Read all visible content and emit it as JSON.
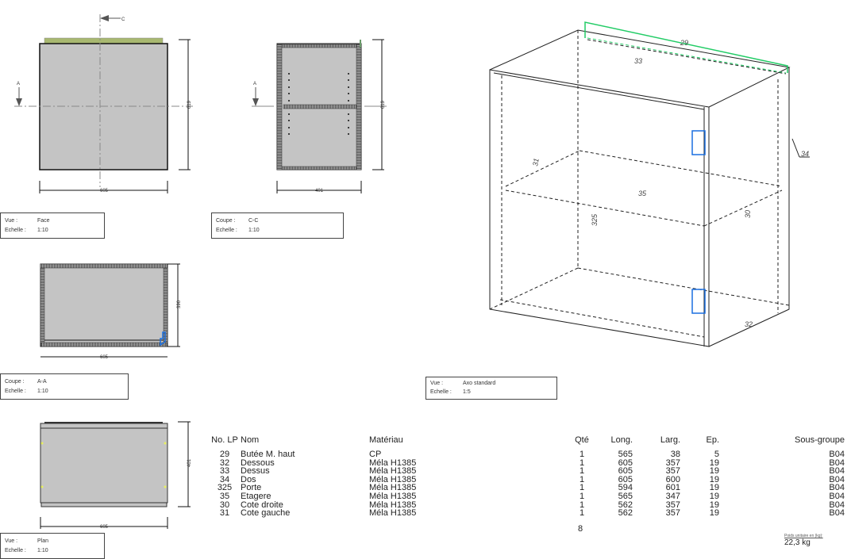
{
  "views": [
    {
      "key": "Vue :",
      "value": "Face",
      "scale_key": "Echelle :",
      "scale": "1:10"
    },
    {
      "key": "Coupe :",
      "value": "C-C",
      "scale_key": "Echelle :",
      "scale": "1:10"
    },
    {
      "key": "Coupe :",
      "value": "A-A",
      "scale_key": "Echelle :",
      "scale": "1:10"
    },
    {
      "key": "Vue :",
      "value": "Plan",
      "scale_key": "Echelle :",
      "scale": "1:10"
    },
    {
      "key": "Vue :",
      "value": "Axo standard",
      "scale_key": "Echelle :",
      "scale": "1:5"
    }
  ],
  "dimensions": {
    "face_height": "619",
    "face_width": "605",
    "cc_height": "619",
    "cc_width": "401",
    "aa_depth": "396",
    "aa_width": "605",
    "plan_depth": "401",
    "plan_width": "605"
  },
  "section_marks": {
    "c": "C",
    "a": "A"
  },
  "axo_labels": [
    "29",
    "33",
    "31",
    "35",
    "325",
    "30",
    "34",
    "32"
  ],
  "table": {
    "headers": [
      "No. LP",
      "Nom",
      "Matériau",
      "Qté",
      "Long.",
      "Larg.",
      "Ep.",
      "Sous-groupe"
    ],
    "rows": [
      [
        "29",
        "Butée M. haut",
        "CP",
        "1",
        "565",
        "38",
        "5",
        "B04"
      ],
      [
        "32",
        "Dessous",
        "Méla H1385",
        "1",
        "605",
        "357",
        "19",
        "B04"
      ],
      [
        "33",
        "Dessus",
        "Méla H1385",
        "1",
        "605",
        "357",
        "19",
        "B04"
      ],
      [
        "34",
        "Dos",
        "Méla H1385",
        "1",
        "605",
        "600",
        "19",
        "B04"
      ],
      [
        "325",
        "Porte",
        "Méla H1385",
        "1",
        "594",
        "601",
        "19",
        "B04"
      ],
      [
        "35",
        "Etagere",
        "Méla H1385",
        "1",
        "565",
        "347",
        "19",
        "B04"
      ],
      [
        "30",
        "Cote droite",
        "Méla H1385",
        "1",
        "562",
        "357",
        "19",
        "B04"
      ],
      [
        "31",
        "Cote gauche",
        "Méla H1385",
        "1",
        "562",
        "357",
        "19",
        "B04"
      ]
    ],
    "total_qty": "8"
  },
  "weight": {
    "label": "Poids unitaire en (kg):",
    "value": "22,3 kg"
  },
  "colors": {
    "panel": "#c4c4c4",
    "edge_green": "#a8b870",
    "accent_green": "#22cc66",
    "hinge_blue": "#1a6fe0"
  }
}
